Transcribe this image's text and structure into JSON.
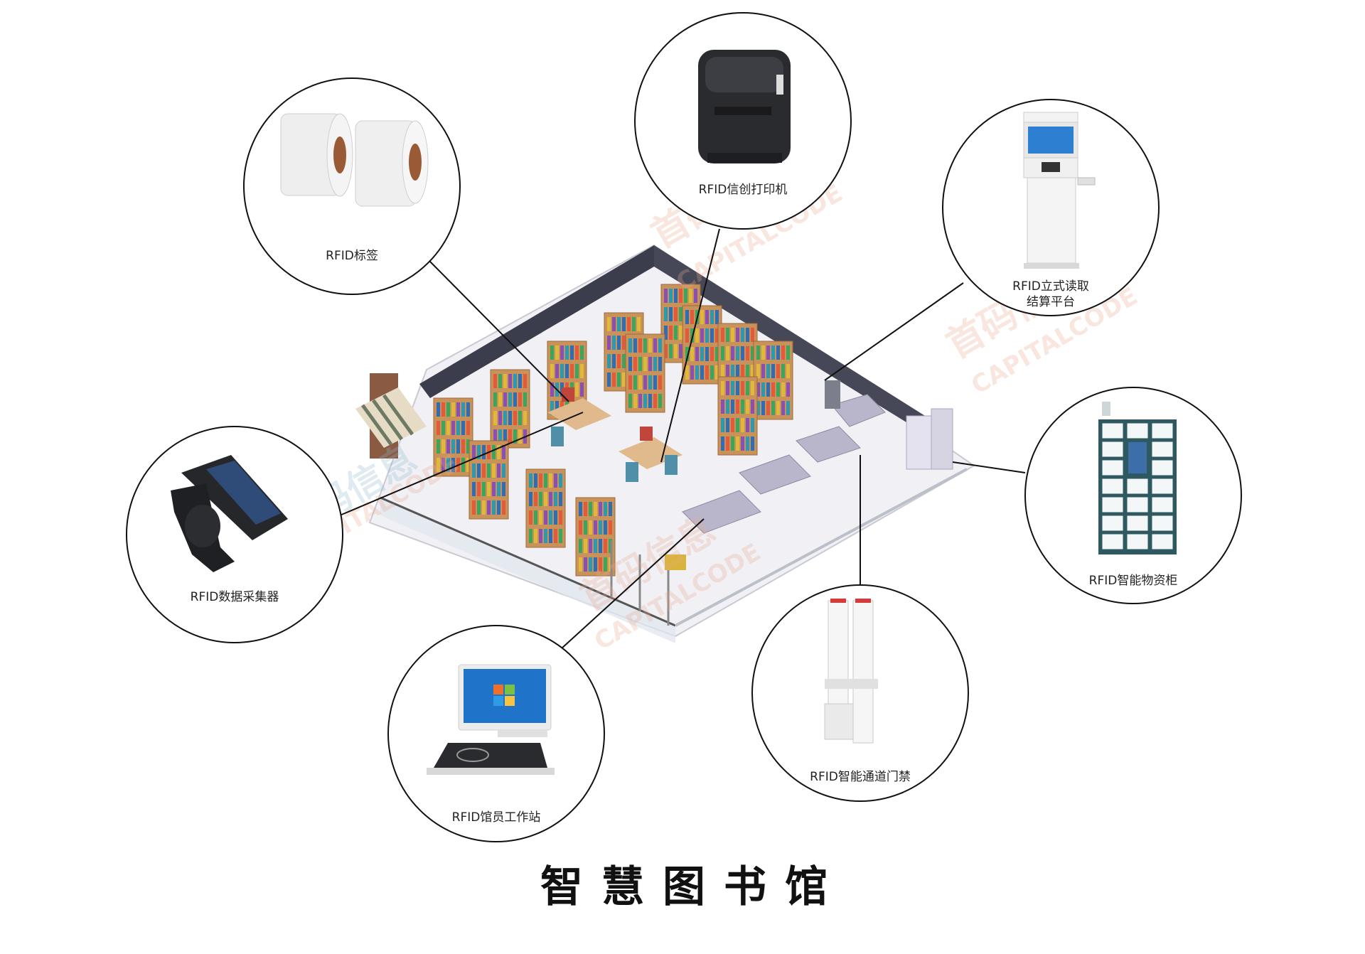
{
  "title": "智慧图书馆",
  "watermark": {
    "cn": "首码信息",
    "en": "CAPITALCODE"
  },
  "devices": {
    "tag": {
      "label": "RFID标签"
    },
    "printer": {
      "label": "RFID信创打印机"
    },
    "kiosk": {
      "label_line1": "RFID立式读取",
      "label_line2": "结算平台"
    },
    "collector": {
      "label": "RFID数据采集器"
    },
    "cabinet": {
      "label": "RFID智能物资柜"
    },
    "workstation": {
      "label": "RFID馆员工作站"
    },
    "gate": {
      "label": "RFID智能通道门禁"
    }
  },
  "colors": {
    "floor": "#f2f2f6",
    "wall": "#3b3d4c",
    "shelf": "#c9925a",
    "accent_blue": "#2b6fc4"
  }
}
